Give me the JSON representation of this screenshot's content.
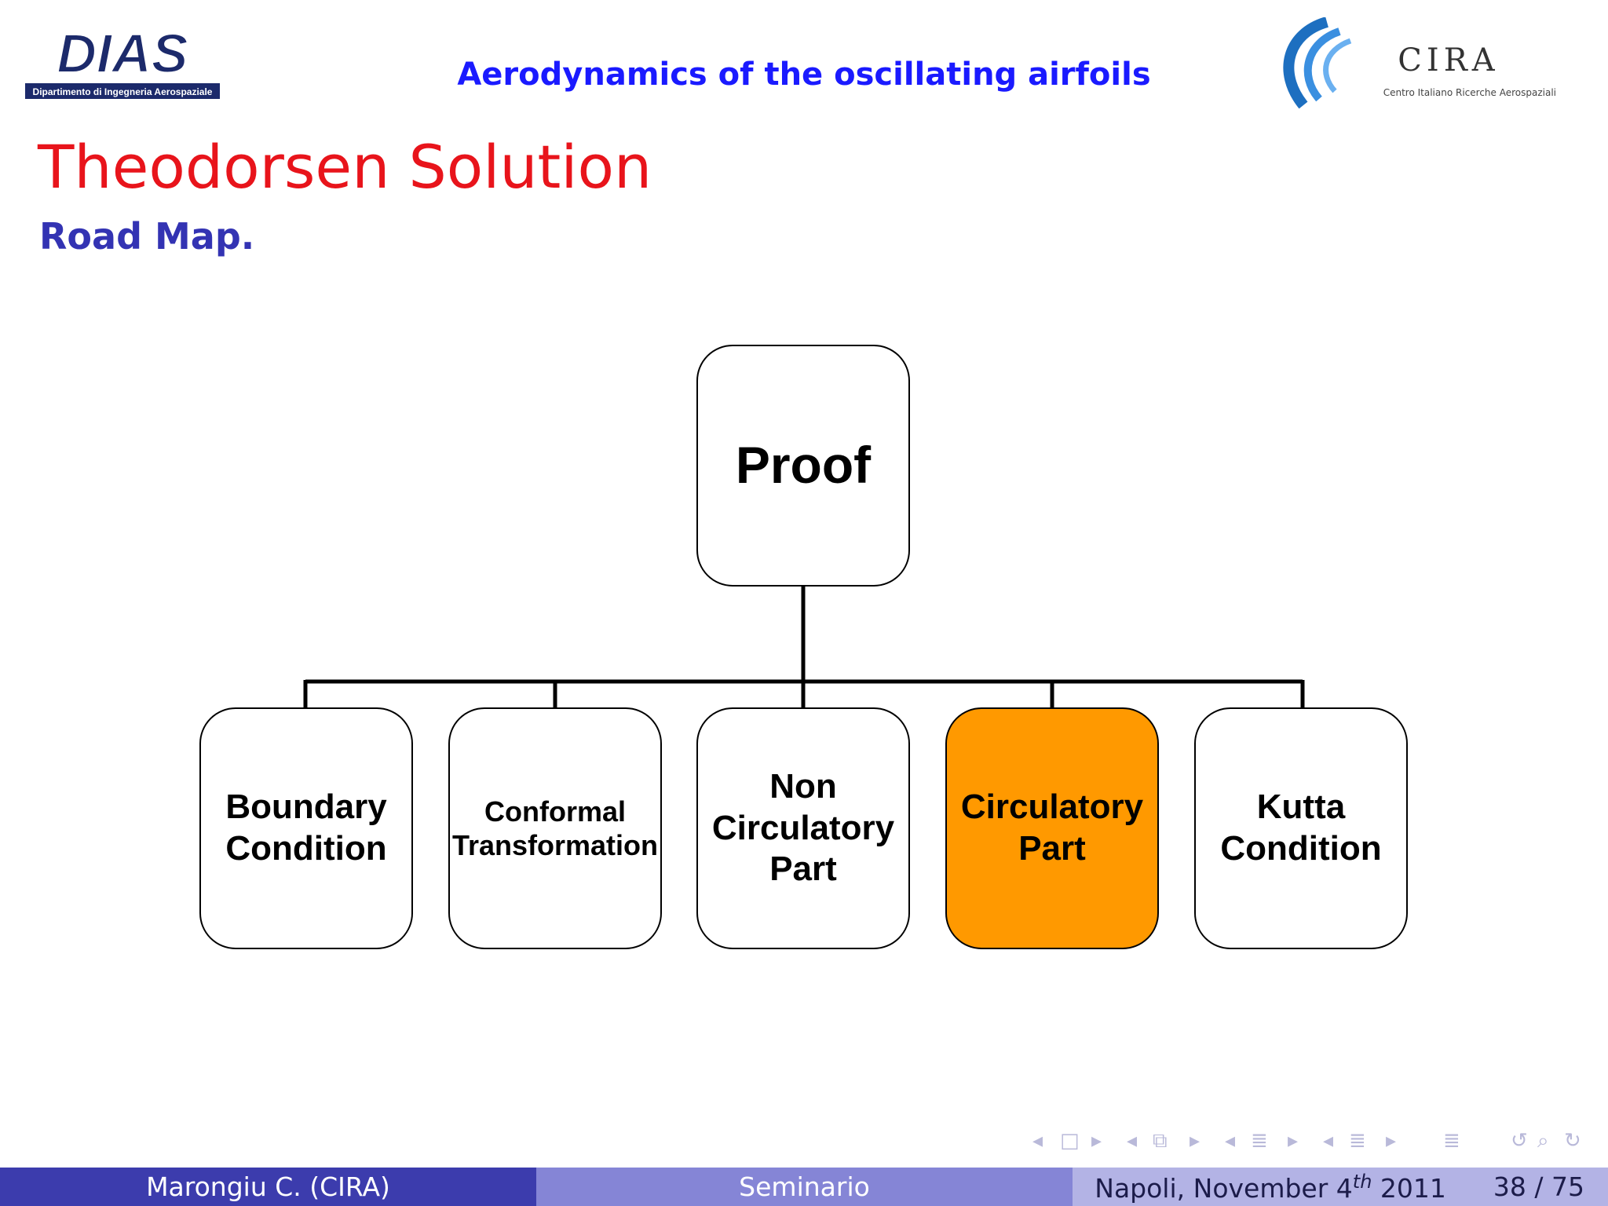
{
  "header": {
    "dias_logo_text": "Dipartimento di Ingegneria Aerospaziale",
    "dias_logo_word": "DIAS",
    "cira_logo_word": "CIRA",
    "cira_logo_text": "Centro Italiano Ricerche Aerospaziali",
    "title": "Aerodynamics of the oscillating airfoils"
  },
  "slide": {
    "title": "Theodorsen Solution",
    "subtitle": "Road Map."
  },
  "diagram": {
    "root": "Proof",
    "children": [
      {
        "label": "Boundary\nCondition",
        "highlight": false
      },
      {
        "label": "Conformal\nTransformation",
        "highlight": false
      },
      {
        "label": "Non\nCirculatory\nPart",
        "highlight": false
      },
      {
        "label": "Circulatory\nPart",
        "highlight": true
      },
      {
        "label": "Kutta\nCondition",
        "highlight": false
      }
    ],
    "colors": {
      "highlight": "#ff9900",
      "box": "#ffffff",
      "line": "#000000"
    }
  },
  "footer": {
    "author": "Marongiu C.   (CIRA)",
    "event": "Seminario",
    "date_prefix": "Napoli, November 4",
    "date_sup": "th",
    "date_suffix": " 2011",
    "page": "38 / 75"
  },
  "colors": {
    "header_title": "#1a1aff",
    "slide_title": "#e8141b",
    "subtitle": "#3333b3",
    "footer_left": "#3c3cad",
    "footer_mid": "#8585d6",
    "footer_right": "#b3b3e5"
  }
}
